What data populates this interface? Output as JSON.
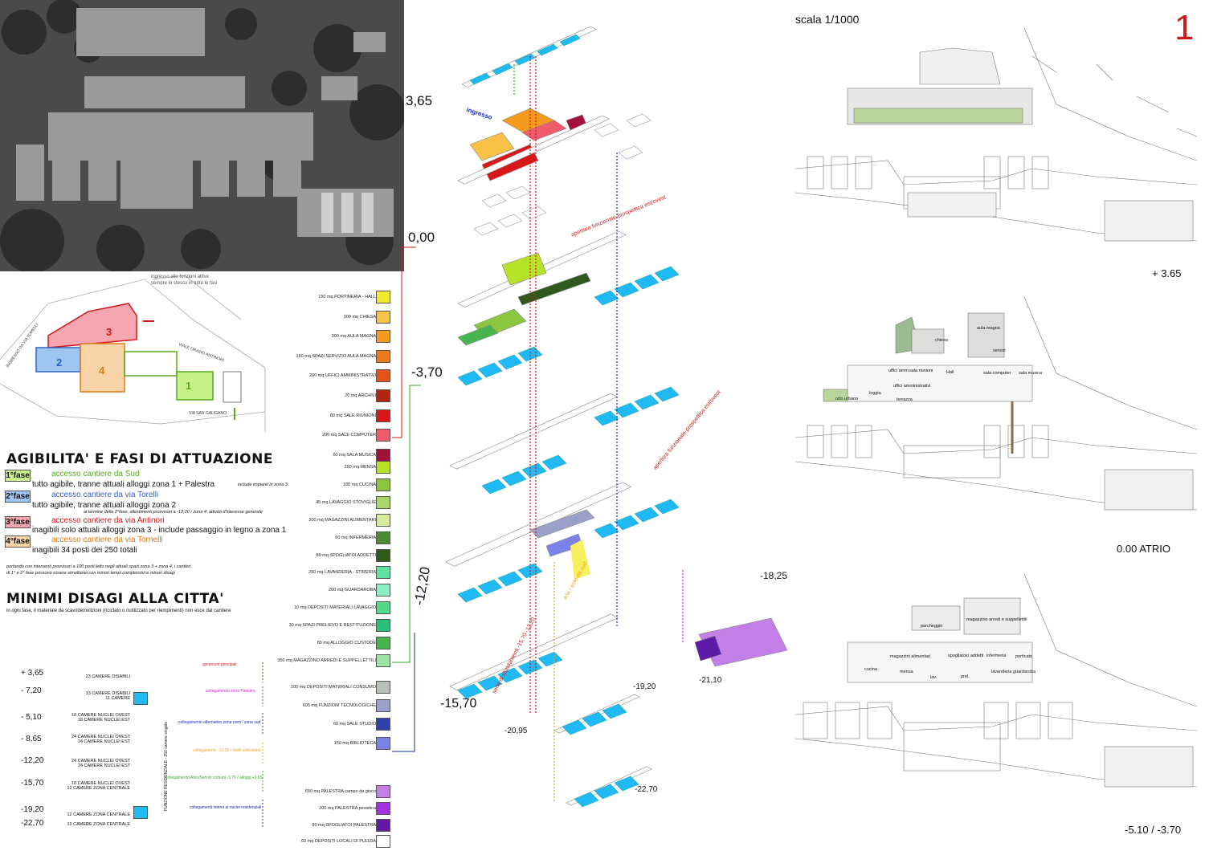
{
  "sheet": {
    "number": "1",
    "scale": "scala 1/1000"
  },
  "aerial_site": {
    "caption_line1": "ingresso alle funzioni attive",
    "caption_line2": "sempre lo stesso in tutte le fasi",
    "streets": [
      "VIALE ORAZIO ANTINORI",
      "VIA SAN GALIGANO",
      "INGRESSO DA VIA TORELLI"
    ],
    "zones": [
      "1",
      "2",
      "3",
      "4"
    ]
  },
  "axo_levels": {
    "l1": "3,65",
    "l2": "0,00",
    "l3": "-3,70",
    "l4": "-12,20",
    "l5": "-15,70",
    "l6": "-18,25",
    "l7": "-19,20",
    "l8": "-20,95",
    "l9": "-21,10",
    "l10": "-22,70"
  },
  "axo_annotations": {
    "ingresso": "ingresso",
    "apertura1": "apertura funzionale-prospettica est/ovest",
    "apertura2": "apertura funzionale-prospettica est/ovest",
    "aria": "aria / sole da sud",
    "serie": "serie di sfondamenti -15,70 -12,20"
  },
  "functions_top": [
    {
      "label": "150 mq   PORTINERIA - HALL",
      "color": "#f2e930"
    },
    {
      "label": "300 mq   CHIESA",
      "color": "#f7c247"
    },
    {
      "label": "300 mq   AULA MAGNA",
      "color": "#f49a1d"
    },
    {
      "label": "150 mq   SPAZI SERVIZIO AULA MAGNA",
      "color": "#ea7b18"
    },
    {
      "label": "200 mq   UFFICI AMMINISTRATIVI",
      "color": "#e55316"
    },
    {
      "label": "20 mq   ARCHIVI",
      "color": "#b22513"
    },
    {
      "label": "80 mq   SALE RIUNIONI",
      "color": "#d8171d"
    },
    {
      "label": "200 mq   SALE COMPUTER",
      "color": "#f05c6c"
    },
    {
      "label": "60 mq   SALA MUSICA",
      "color": "#a1123a"
    }
  ],
  "functions_mid": [
    {
      "label": "250 mq   MENSA",
      "color": "#b7e22a"
    },
    {
      "label": "180 mq   CUCINA",
      "color": "#8cc63f"
    },
    {
      "label": "45 mq   LAVAGGIO STOVIGLIE",
      "color": "#a9d76a"
    },
    {
      "label": "200 mq   MAGAZZINI ALIMENTARI",
      "color": "#d7ea9a"
    },
    {
      "label": "60 mq   INFERMERIA",
      "color": "#4d8a33"
    },
    {
      "label": "80 mq   SPOGLIATOI ADDETTI",
      "color": "#2e5a1e"
    },
    {
      "label": "250 mq   LAVANDERIA - STIRERIA",
      "color": "#5fe3a0"
    },
    {
      "label": "200 mq   GUARDAROBA",
      "color": "#8cefc4"
    },
    {
      "label": "10 mq   DEPOSITI MATERIALI LAVAGGIO",
      "color": "#53d88c"
    },
    {
      "label": "30 mq   SPAZI PRELIEVO E RESTITUZIONE",
      "color": "#26c07a"
    },
    {
      "label": "80 mq   ALLOGGIO CUSTODE",
      "color": "#47b44f"
    },
    {
      "label": "350 mq   MAGAZZINO ARREDI E SUPPELLETTILI",
      "color": "#9fe3a6"
    }
  ],
  "functions_low": [
    {
      "label": "200 mq   DEPOSITI MATERIALI CONSUMO",
      "color": "#b8bfb8"
    },
    {
      "label": "605 mq   FUNZIONI TECNOLOGICHE",
      "color": "#9aa0c8"
    },
    {
      "label": "60 mq   SALE STUDIO",
      "color": "#3240a8"
    },
    {
      "label": "150 mq   BIBLIOTECA",
      "color": "#7a82e8"
    }
  ],
  "functions_bottom": [
    {
      "label": "650 mq   PALESTRA  campo da gioco",
      "color": "#c47ee8"
    },
    {
      "label": "200 mq   PALESTRA  pesistica",
      "color": "#a033e0"
    },
    {
      "label": "80 mq   SPOGLIATOI PALESTRA",
      "color": "#5e1aa6"
    },
    {
      "label": "60 mq   DEPOSITI LOCALI DI PULIZIA",
      "color": "#ffffff"
    }
  ],
  "phases": {
    "title": "AGIBILITA' E FASI DI ATTUAZIONE",
    "items": [
      {
        "box": "1°fase",
        "access": "accesso cantiere da Sud",
        "desc": "tutto agibile, tranne attuali alloggi zona 1 + Palestra",
        "note": "include impianti in zona 3",
        "color": "#c8f08a",
        "text_color": "#58a81e"
      },
      {
        "box": "2°fase",
        "access": "accesso cantiere da via Torelli",
        "desc": "tutto agibile, tranne attuali alloggi zona 2",
        "note": "al termine della 2°fase, allestimenti provvisori a -12,20 / zona 4: attività d'interesse generale",
        "color": "#9ec6f0",
        "text_color": "#2f63c4"
      },
      {
        "box": "3°fase",
        "access": "accesso cantiere da via Antinori",
        "desc": "inagibili solo attuali alloggi zona 3 - include passaggio in legno a zona 1",
        "note": "",
        "color": "#f5a6b0",
        "text_color": "#d01818"
      },
      {
        "box": "4°fase",
        "access": "accesso cantiere da via Tornelli",
        "desc": "inagibili 34 posti dei 250 totali",
        "note": "",
        "color": "#f8d4a8",
        "text_color": "#e07a12"
      }
    ],
    "footnote_line1": "portando con interventi provvisori a 100 posti letto negli attuali spazi zona 3 + zona 4, i cantieri",
    "footnote_line2": "di 1° e 2° fase possono essere simultanei con minori tempi complessivi e minori disagi"
  },
  "minimi": {
    "title": "MINIMI DISAGI ALLA CITTA'",
    "text": "in ogni fase, il materiale da scavi/demolizioni  (riciclato o riutilizzato per riempimenti) non esce dal cantiere"
  },
  "levels_table": [
    {
      "level": "+ 3,65",
      "desc": "23 CAMERE DISABILI"
    },
    {
      "level": "- 7,20",
      "desc": "13 CAMERE DISABILI\n11 CAMERE"
    },
    {
      "level": "- 5,10",
      "desc": "18 CAMERE NUCLEI OVEST\n18 CAMERE NUCLEI EST"
    },
    {
      "level": "- 8,65",
      "desc": "24 CAMERE NUCLEI OVEST\n24 CAMERE NUCLEI EST"
    },
    {
      "level": "-12,20",
      "desc": "24 CAMERE NUCLEI OVEST\n24 CAMERE NUCLEI EST"
    },
    {
      "level": "-15,70",
      "desc": "18 CAMERE NUCLEI OVEST\n12 CAMERE ZONA CENTRALE"
    },
    {
      "level": "-19,20",
      "desc": "12 CAMERE ZONA CENTRALE"
    },
    {
      "level": "-22,70",
      "desc": "10 CAMERE ZONA CENTRALE"
    }
  ],
  "vertical_caption": "FUNZIONE RESIDENZIALE - 250 camere singole",
  "connections": [
    {
      "label": "ascensori principali",
      "color": "#d01818"
    },
    {
      "label": "collegamento zona Palestra",
      "color": "#d81ad8"
    },
    {
      "label": "collegamento alternativo zona nord / zona sud",
      "color": "#1a28c8"
    },
    {
      "label": "collegamento -12,20 / livelli sottostanti",
      "color": "#f0a020"
    },
    {
      "label": "collegamento Atrio/Servizi comuni -3,70 / alloggi +3,65",
      "color": "#30a820"
    },
    {
      "label": "collegamenti interni ai nuclei residenziali",
      "color": "#1a28a0"
    }
  ],
  "plans": {
    "p1": "+ 3.65",
    "p2": "0.00 ATRIO",
    "p3": "-5.10 / -3.70",
    "p2_rooms": [
      "chiesa",
      "aula magna",
      "servizi",
      "uffici amm.",
      "sala riunioni",
      "Hall",
      "sala computer",
      "sala musica",
      "uffici amministrativi",
      "loggia",
      "terrazza",
      "orto urbano"
    ],
    "p3_rooms": [
      "parcheggio",
      "magazzino arredi e suppellettili",
      "magazzini alimentari",
      "spogliatoio addetti",
      "infermeria",
      "cucina",
      "mensa",
      "lav.",
      "prel.",
      "lavanderia guardaroba",
      "porticato"
    ]
  },
  "colors": {
    "cyan": "#1fb9f4",
    "red_line": "#d01818",
    "blue_line": "#1a28c8"
  }
}
